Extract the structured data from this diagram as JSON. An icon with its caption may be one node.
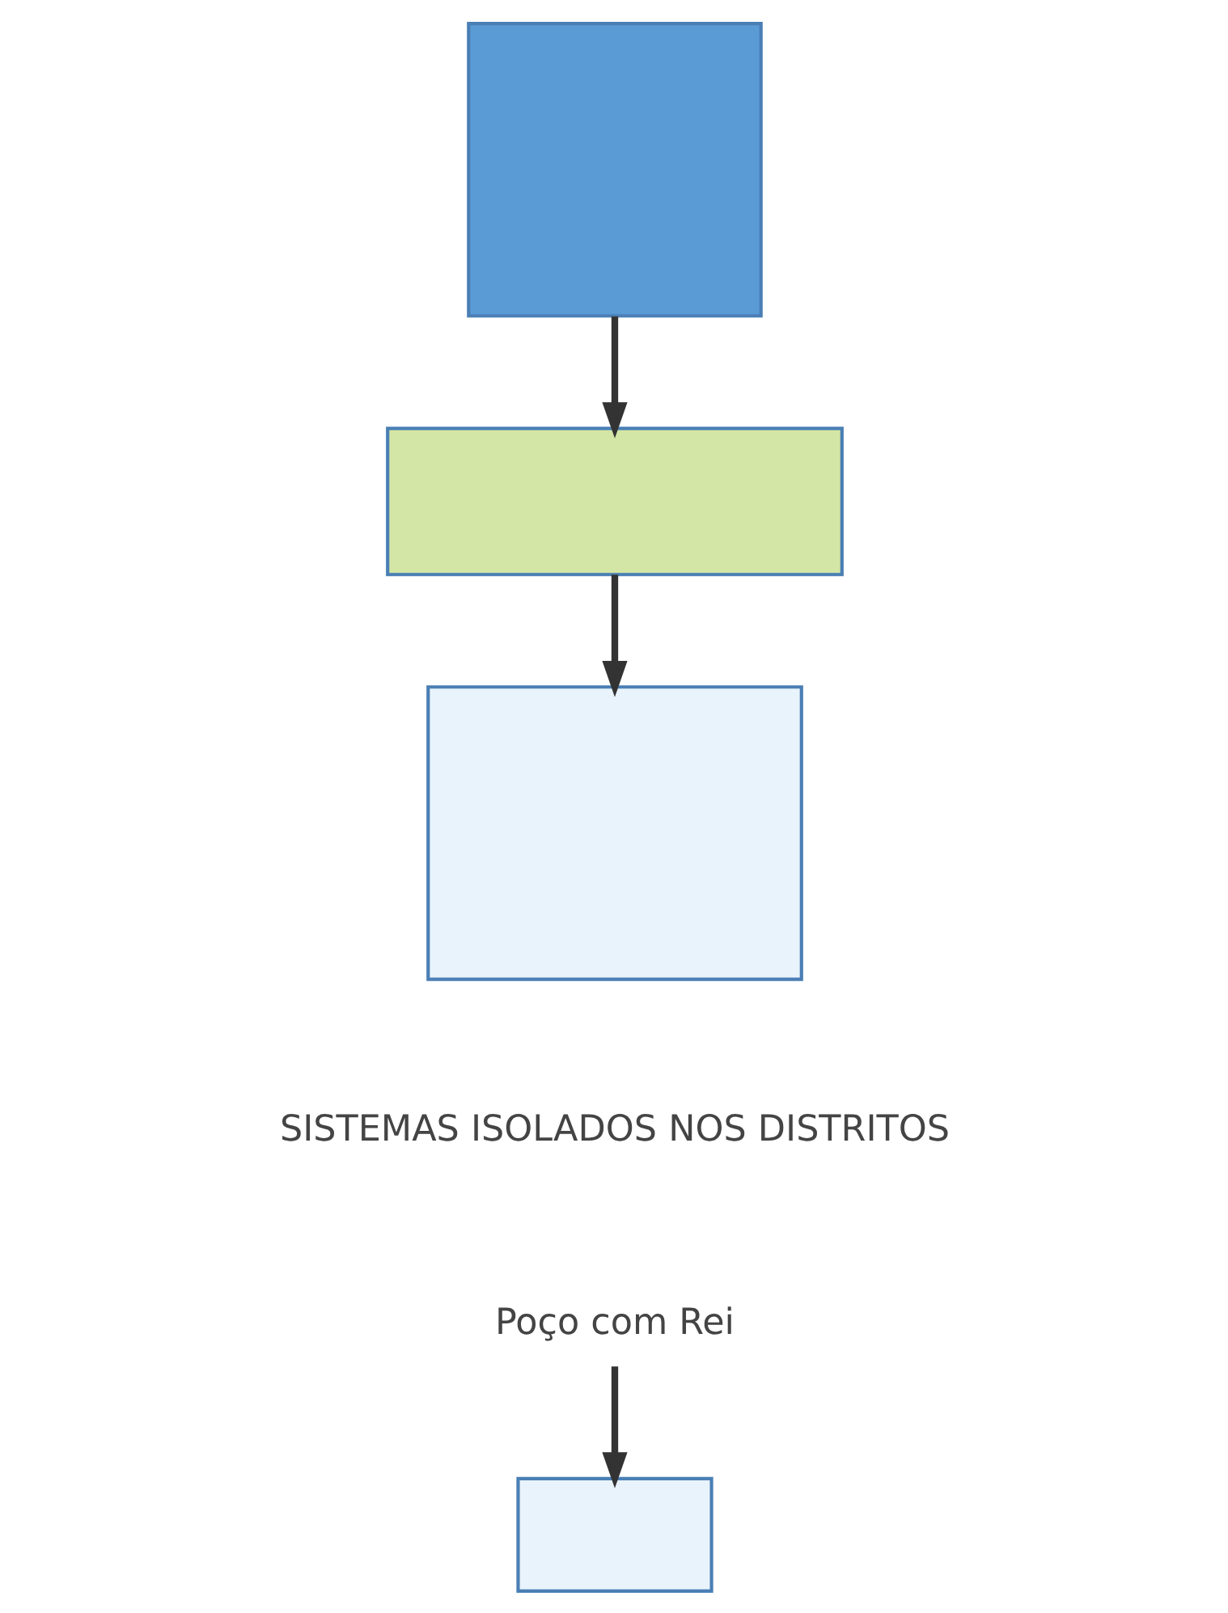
{
  "diagram": {
    "nodes": [
      {
        "text": [],
        "shape": "box"
      },
      {
        "text": [],
        "shape": "box"
      },
      {
        "text": [],
        "shape": "box"
      },
      {
        "text": [
          "Poço com Rei"
        ]
      },
      {
        "text": [],
        "shape": "box"
      }
    ],
    "edges": [
      {
        "from": 0,
        "to": 1,
        "arrow": "to"
      },
      {
        "from": 1,
        "to": 2,
        "arrow": "to"
      },
      {
        "from": 3,
        "to": 4,
        "arrow": "to"
      }
    ],
    "labels": [
      "SISTEMAS ISOLADOS NOS DISTRITOS"
    ]
  }
}
